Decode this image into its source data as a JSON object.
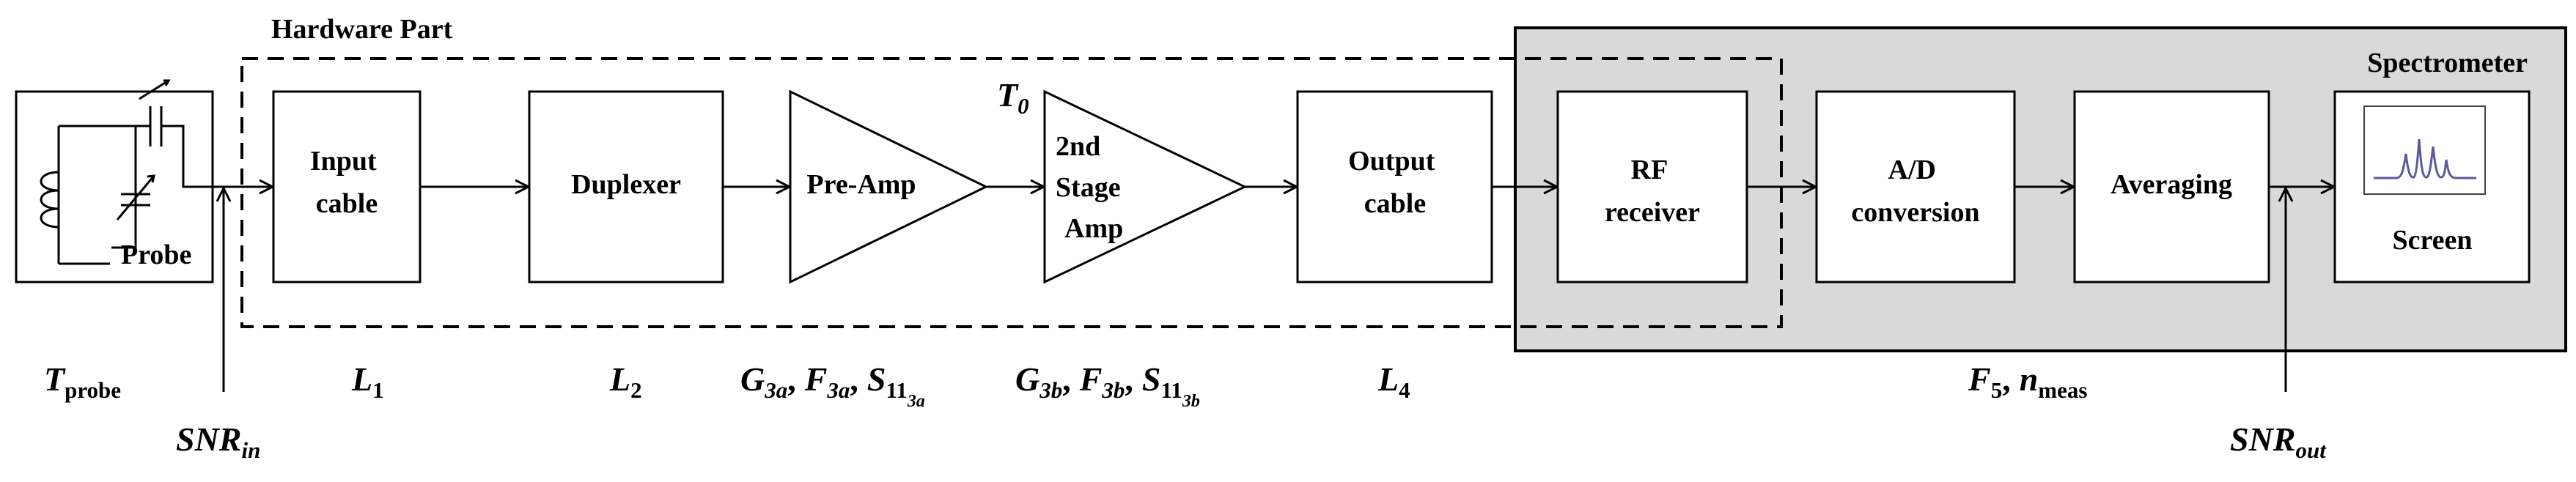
{
  "title_hardware": "Hardware Part",
  "title_spectrometer": "Spectrometer",
  "probe": {
    "label": "Probe",
    "temp": "T",
    "temp_sub": "probe"
  },
  "blocks": {
    "input_cable": [
      "Input",
      "cable"
    ],
    "duplexer": [
      "Duplexer"
    ],
    "pre_amp": [
      "Pre-Amp"
    ],
    "second_stage": [
      "2nd",
      "Stage",
      "Amp"
    ],
    "output_cable": [
      "Output",
      "cable"
    ],
    "rf_receiver": [
      "RF",
      "receiver"
    ],
    "ad_conversion": [
      "A/D",
      "conversion"
    ],
    "averaging": [
      "Averaging"
    ],
    "screen": [
      "Screen"
    ]
  },
  "t0": {
    "base": "T",
    "sub": "0"
  },
  "params": {
    "l1": {
      "base": "L",
      "sub": "1"
    },
    "l2": {
      "base": "L",
      "sub": "2"
    },
    "pre_amp": {
      "g": "G",
      "g_sub": "3a",
      "f": "F",
      "f_sub": "3a",
      "s": "S",
      "s_sub": "11",
      "s_ssub": "3a",
      "sep": ","
    },
    "second_stage": {
      "g": "G",
      "g_sub": "3b",
      "f": "F",
      "f_sub": "3b",
      "s": "S",
      "s_sub": "11",
      "s_ssub": "3b",
      "sep": ","
    },
    "l4": {
      "base": "L",
      "sub": "4"
    },
    "f5": {
      "base": "F",
      "sub": "5",
      "sep": ",",
      "n": "n",
      "n_sub": "meas"
    }
  },
  "snr_in": {
    "base": "SNR",
    "sub": "in"
  },
  "snr_out": {
    "base": "SNR",
    "sub": "out"
  },
  "colors": {
    "spectrometer_fill": "#d9d9d9",
    "stroke": "#000000",
    "spectrum_line": "#5a5a9a"
  }
}
